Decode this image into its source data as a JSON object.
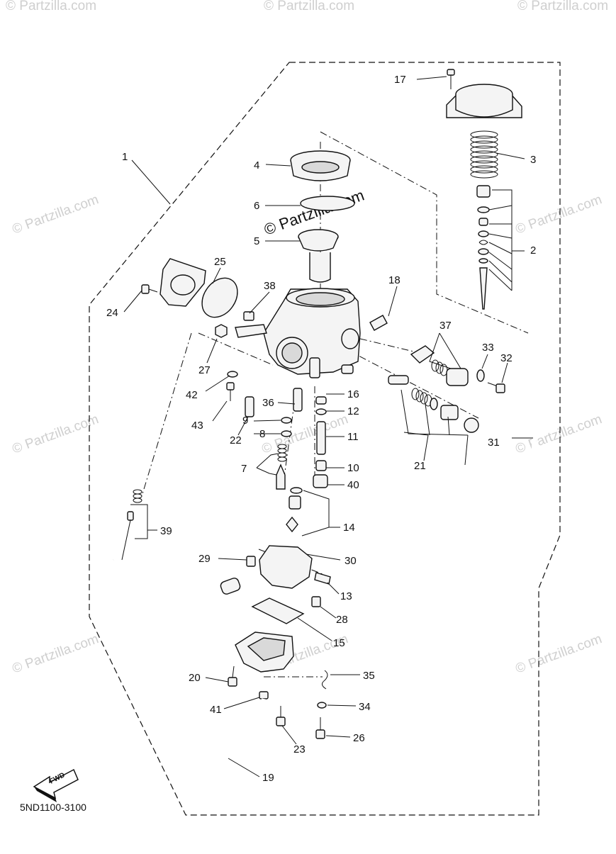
{
  "watermark": "© Partzilla.com",
  "diagram_code": "5ND1100-3100",
  "fwd_label": "FWD",
  "callouts": {
    "c1": "1",
    "c2": "2",
    "c3": "3",
    "c4": "4",
    "c5": "5",
    "c6": "6",
    "c7": "7",
    "c8": "8",
    "c9": "9",
    "c10": "10",
    "c11": "11",
    "c12": "12",
    "c13": "13",
    "c14": "14",
    "c15": "15",
    "c16": "16",
    "c17": "17",
    "c18": "18",
    "c19": "19",
    "c20": "20",
    "c21": "21",
    "c22": "22",
    "c23": "23",
    "c24": "24",
    "c25": "25",
    "c26": "26",
    "c27": "27",
    "c28": "28",
    "c29": "29",
    "c30": "30",
    "c31": "31",
    "c32": "32",
    "c33": "33",
    "c34": "34",
    "c35": "35",
    "c36": "36",
    "c37": "37",
    "c38": "38",
    "c39": "39",
    "c40": "40",
    "c41": "41",
    "c42": "42",
    "c43": "43"
  }
}
